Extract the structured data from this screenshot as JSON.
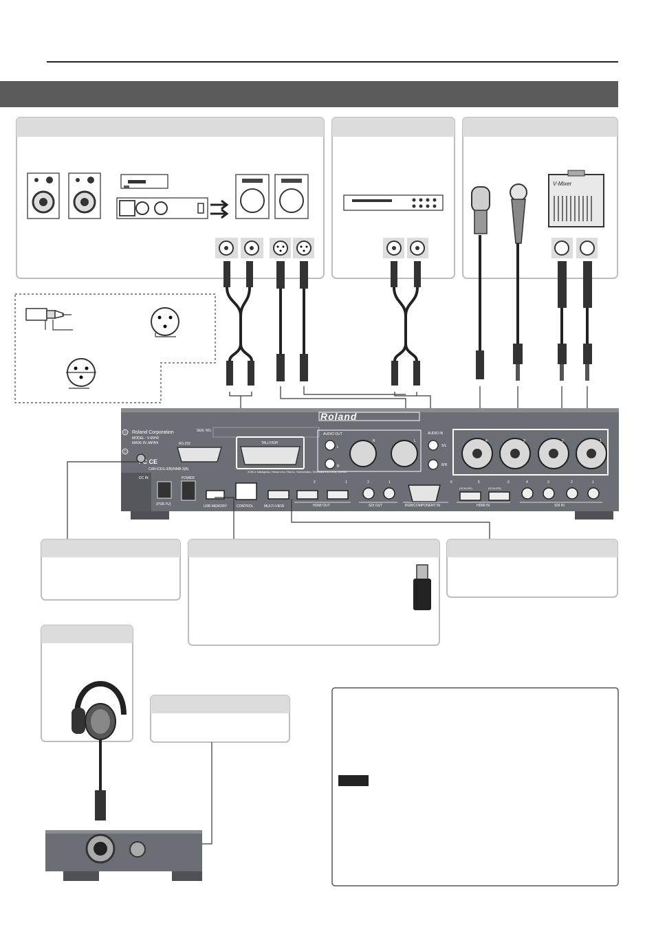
{
  "brand": {
    "logo_text": "Roland",
    "corp_label": "Roland Corporation",
    "model_label": "MODEL : V-60HD",
    "origin_label": "MADE IN JAPAN",
    "ser_no_label": "SER. NO.",
    "cert_label": "CAN ICES-3(B)/NMB-3(B)",
    "address_label": "2036-1 Nakagawa, Hosoe-cho, Kita-ku, Hamamatsu, Shizuoka 431-1304, JAPAN",
    "mixer_logo": "V-Mixer"
  },
  "ports": {
    "rs232": "RS-232",
    "tally": "TALLY/GPI",
    "audio_out": "AUDIO OUT",
    "audio_in": "AUDIO IN",
    "audio_out_l": "L",
    "audio_out_r": "R",
    "xlr_r": "R",
    "xlr_l": "L",
    "audio_in_sl": "S/L",
    "audio_in_br": "B/R",
    "xlr_combo": [
      "4",
      "3",
      "2",
      "1"
    ],
    "dc_in": "DC IN",
    "psb": "(PSB-7U)",
    "power": "POWER",
    "usb_memory": "USB MEMORY",
    "control": "CONTROL",
    "multi_view": "MULTI-VIEW",
    "hdmi_out": "HDMI OUT",
    "sdi_out": "SDI OUT",
    "rgb_component_in": "RGB/COMPONENT IN",
    "hdmi_in": "HDMI IN",
    "sdi_in": "SDI IN",
    "scaler": "(SCALER)",
    "fc_ce": "FC CE",
    "hdmi_out_nums": [
      "2",
      "1"
    ],
    "sdi_out_nums": [
      "2",
      "1"
    ],
    "rgb_num": "6",
    "hdmi_in_nums": [
      "5",
      "6"
    ],
    "sdi_in_nums": [
      "4",
      "3",
      "2",
      "1"
    ]
  },
  "colors": {
    "header_bar": "#5b5b5b",
    "panel_head": "#dcdcdc",
    "device": "#6c6e76",
    "note_tag": "#222222"
  }
}
